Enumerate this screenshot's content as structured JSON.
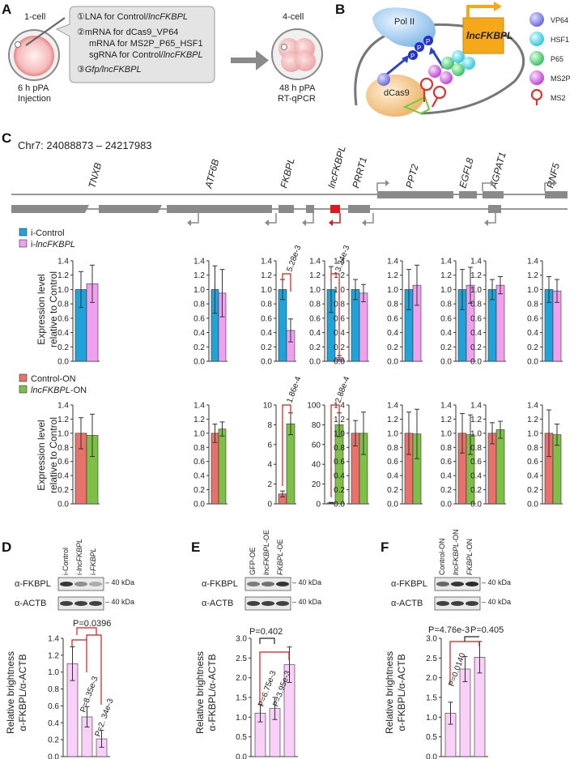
{
  "colors": {
    "blue": "#1fa3d9",
    "pink": "#f0a0ef",
    "red": "#e9716b",
    "green": "#7dbf47",
    "lightpink": "#f9d0f7",
    "sig": "#c8201d",
    "gray": "#8a8a8a"
  },
  "panelA": {
    "label": "A",
    "left_top": "1-cell",
    "left_bottom1": "6 h pPA",
    "left_bottom2": "Injection",
    "right_top": "4-cell",
    "right_bottom1": "48 h pPA",
    "right_bottom2": "RT-qPCR",
    "steps": [
      {
        "num": "①",
        "text": "LNA for Control/",
        "ital": "lncFKBPL"
      },
      {
        "num": "②",
        "text": "mRNA for dCas9_VP64",
        "ital": ""
      },
      {
        "num": "",
        "text": "mRNA for MS2P_P65_HSF1",
        "ital": ""
      },
      {
        "num": "",
        "text": "sgRNA for Control/",
        "ital": "lncFKBPL"
      },
      {
        "num": "③",
        "text": "",
        "ital": "Gfp/lncFKBPL"
      }
    ]
  },
  "panelB": {
    "label": "B",
    "pol2": "Pol II",
    "gene": "lncFKBPL",
    "dcas9": "dCas9",
    "p": "P",
    "legend": [
      {
        "name": "VP64",
        "color": "#8e8ee8"
      },
      {
        "name": "HSF1",
        "color": "#6fe0ee"
      },
      {
        "name": "P65",
        "color": "#6fdc86"
      },
      {
        "name": "MS2P",
        "color": "#d879e2"
      },
      {
        "name": "MS2",
        "color": "#d33"
      }
    ]
  },
  "panelC": {
    "label": "C",
    "locus": "Chr7: 24088873 – 24217983",
    "genes": [
      "TNXB",
      "ATF6B",
      "FKBPL",
      "lncFKBPL",
      "PRRT1",
      "PPT2",
      "EGFL8",
      "AGPAT1",
      "RNF5"
    ],
    "legend_kd": [
      "i-Control",
      "i-lncFKBPL"
    ],
    "legend_on": [
      "Control-ON",
      "lncFKBPL-ON"
    ],
    "ylabel1": "Expression level",
    "ylabel2": "relative to Control"
  },
  "chart_data": [
    {
      "type": "bar",
      "title": "",
      "ylabel": "Expression level relative to Control",
      "ylim": [
        0,
        1.4
      ],
      "categories": [
        "TNXB",
        "ATF6B",
        "FKBPL",
        "lncFKBPL",
        "PRRT1",
        "PPT2",
        "EGFL8",
        "AGPAT1",
        "RNF5"
      ],
      "series": [
        {
          "name": "i-Control",
          "values": [
            1.0,
            1.0,
            1.0,
            1.0,
            1.0,
            1.0,
            1.0,
            1.0,
            1.0
          ],
          "err": [
            0.25,
            0.33,
            0.14,
            0.32,
            0.14,
            0.28,
            0.28,
            0.14,
            0.18
          ]
        },
        {
          "name": "i-lncFKBPL",
          "values": [
            1.08,
            0.95,
            0.43,
            0.05,
            0.95,
            1.06,
            1.06,
            1.06,
            0.98
          ]
        }
      ],
      "annotations": [
        {
          "between": "FKBPL",
          "text": "5.28e-3"
        },
        {
          "between": "lncFKBPL",
          "text": "3.24e-3"
        }
      ]
    },
    {
      "type": "bar",
      "title": "",
      "ylabel": "Expression level relative to Control",
      "categories": [
        "TNXB",
        "ATF6B",
        "FKBPL",
        "lncFKBPL",
        "PRRT1",
        "PPT2",
        "EGFL8",
        "AGPAT1",
        "RNF5"
      ],
      "series": [
        {
          "name": "Control-ON",
          "values": [
            1.0,
            1.0,
            1.0,
            1.0,
            1.0,
            1.0,
            1.0,
            1.0,
            1.0
          ]
        },
        {
          "name": "lncFKBPL-ON",
          "values": [
            0.97,
            1.06,
            8.1,
            80,
            1.0,
            0.99,
            0.98,
            1.05,
            0.98
          ]
        }
      ],
      "axes": [
        {
          "ylim": [
            0,
            1.4
          ],
          "ticks": [
            "0.0",
            "0.2",
            "0.4",
            "0.6",
            "0.8",
            "1.0",
            "1.2",
            "1.4"
          ]
        },
        {
          "ylim": [
            0,
            10
          ],
          "ticks": [
            "0",
            "2",
            "4",
            "6",
            "8",
            "10"
          ]
        },
        {
          "ylim": [
            0,
            100
          ],
          "ticks": [
            "0",
            "20",
            "40",
            "60",
            "80",
            "100"
          ]
        }
      ],
      "annotations": [
        {
          "between": "FKBPL",
          "text": "1.86e-4"
        },
        {
          "between": "lncFKBPL",
          "text": "2.88e-4"
        }
      ]
    },
    {
      "type": "bar",
      "panel": "D",
      "ylabel": "Relative brightness α-FKBPL/α-ACTB",
      "ylim": [
        0,
        1.4
      ],
      "categories": [
        "i-Control",
        "i-lncFKBPL",
        "i-FKBPL"
      ],
      "values": [
        1.1,
        0.47,
        0.21
      ],
      "annotations": [
        "P=0.0396",
        "P=8.35e-3",
        "P=2. 34e-3"
      ]
    },
    {
      "type": "bar",
      "panel": "E",
      "ylabel": "Relative brightness α-FKBPL/α-ACTB",
      "ylim": [
        0,
        3.0
      ],
      "categories": [
        "GFP-OE",
        "lncFKBPL-OE",
        "FKBPL-OE"
      ],
      "values": [
        1.1,
        1.22,
        2.33
      ],
      "annotations": [
        "P=0.402",
        "P=6.75e-3",
        "P=3.95e-3"
      ]
    },
    {
      "type": "bar",
      "panel": "F",
      "ylabel": "Relative brightness α-FKBPL/α-ACTB",
      "ylim": [
        0,
        3.0
      ],
      "categories": [
        "Control-ON",
        "lncFKBPL-ON",
        "FKBPL-ON"
      ],
      "values": [
        1.1,
        2.22,
        2.52
      ],
      "annotations": [
        "P=4.76e-3",
        "P=0.405",
        "P=0.0140"
      ]
    }
  ],
  "blots": {
    "D": {
      "label": "D",
      "lanes": [
        "i-Control",
        "i-lncFKBPL",
        "i-FKBPL"
      ],
      "rows": [
        "α-FKBPL",
        "α-ACTB"
      ],
      "kda": "40 kDa"
    },
    "E": {
      "label": "E",
      "lanes": [
        "GFP-OE",
        "lncFKBPL-OE",
        "FKBPL-OE"
      ],
      "rows": [
        "α-FKBPL",
        "α-ACTB"
      ],
      "kda": "40 kDa"
    },
    "F": {
      "label": "F",
      "lanes": [
        "Control-ON",
        "lncFKBPL-ON",
        "FKBPL-ON"
      ],
      "rows": [
        "α-FKBPL",
        "α-ACTB"
      ],
      "kda": "40 kDa"
    }
  },
  "wb_ylabel1": "Relative brightness",
  "wb_ylabel2": "α-FKBPL/α-ACTB"
}
